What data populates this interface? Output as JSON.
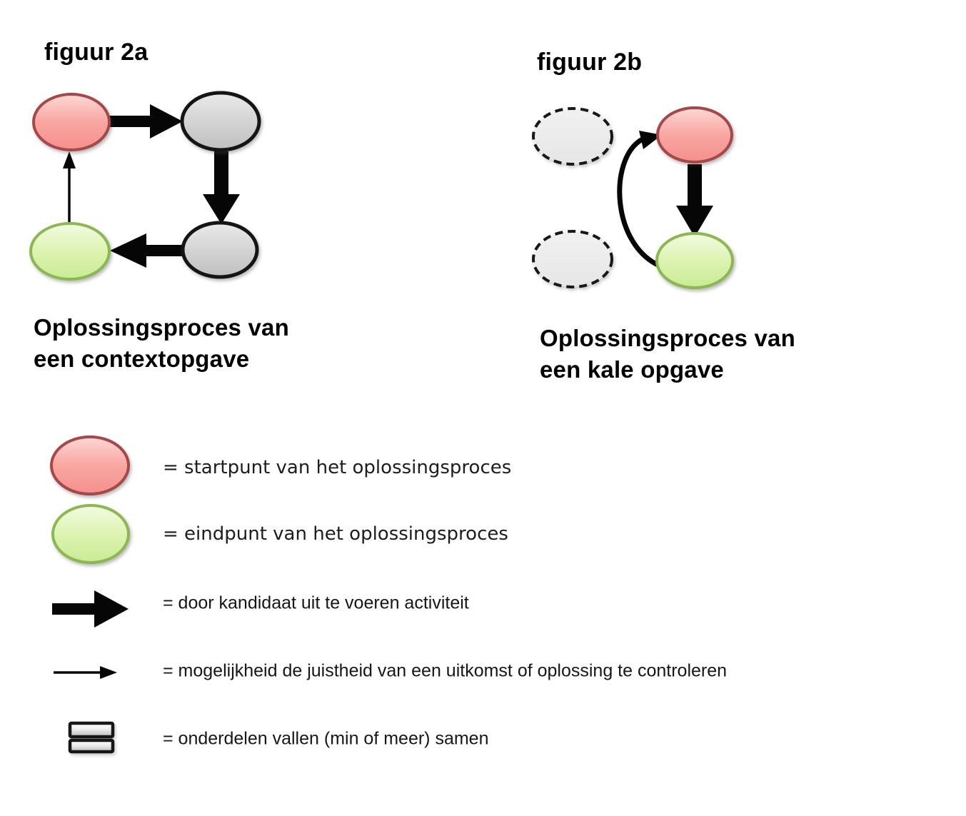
{
  "figure_2a": {
    "title": "figuur 2a",
    "caption": "Oplossingsproces van\neen contextopgave",
    "nodes": [
      {
        "id": "start",
        "role": "startpunt",
        "style": "red-ellipse",
        "position": "top-left"
      },
      {
        "id": "step1",
        "role": "tussenstap",
        "style": "gray-ellipse",
        "position": "top-right"
      },
      {
        "id": "step2",
        "role": "tussenstap",
        "style": "gray-ellipse",
        "position": "bottom-right"
      },
      {
        "id": "end",
        "role": "eindpunt",
        "style": "green-ellipse",
        "position": "bottom-left"
      }
    ],
    "edges": [
      {
        "from": "start",
        "to": "step1",
        "type": "thick-arrow"
      },
      {
        "from": "step1",
        "to": "step2",
        "type": "thick-arrow"
      },
      {
        "from": "step2",
        "to": "end",
        "type": "thick-arrow"
      },
      {
        "from": "end",
        "to": "start",
        "type": "thin-arrow"
      }
    ]
  },
  "figure_2b": {
    "title": "figuur 2b",
    "caption": "Oplossingsproces van\neen kale opgave",
    "nodes": [
      {
        "id": "ghost-top",
        "role": "vervallen-onderdeel",
        "style": "dashed-ellipse",
        "position": "top-left"
      },
      {
        "id": "start",
        "role": "startpunt",
        "style": "red-ellipse",
        "position": "top-right"
      },
      {
        "id": "ghost-bottom",
        "role": "vervallen-onderdeel",
        "style": "dashed-ellipse",
        "position": "bottom-left"
      },
      {
        "id": "end",
        "role": "eindpunt",
        "style": "green-ellipse",
        "position": "bottom-right"
      }
    ],
    "edges": [
      {
        "from": "start",
        "to": "end",
        "type": "thick-arrow"
      },
      {
        "from": "end",
        "to": "start",
        "type": "thin-curved-arrow"
      }
    ]
  },
  "legend": {
    "items": [
      {
        "symbol": "red-ellipse",
        "label": "= startpunt van het oplossingsproces"
      },
      {
        "symbol": "green-ellipse",
        "label": "= eindpunt van het oplossingsproces"
      },
      {
        "symbol": "thick-arrow",
        "label": "= door kandidaat uit te voeren activiteit"
      },
      {
        "symbol": "thin-arrow",
        "label": "= mogelijkheid de juistheid van een uitkomst of oplossing te controleren"
      },
      {
        "symbol": "stacked-bars",
        "label": "= onderdelen vallen (min of meer) samen"
      }
    ]
  },
  "colors": {
    "start_border": "#a64748",
    "end_border": "#8cb850",
    "neutral_border": "#151515",
    "dashed_border": "#181818",
    "arrow": "#060606",
    "bar_border": "#161616"
  }
}
